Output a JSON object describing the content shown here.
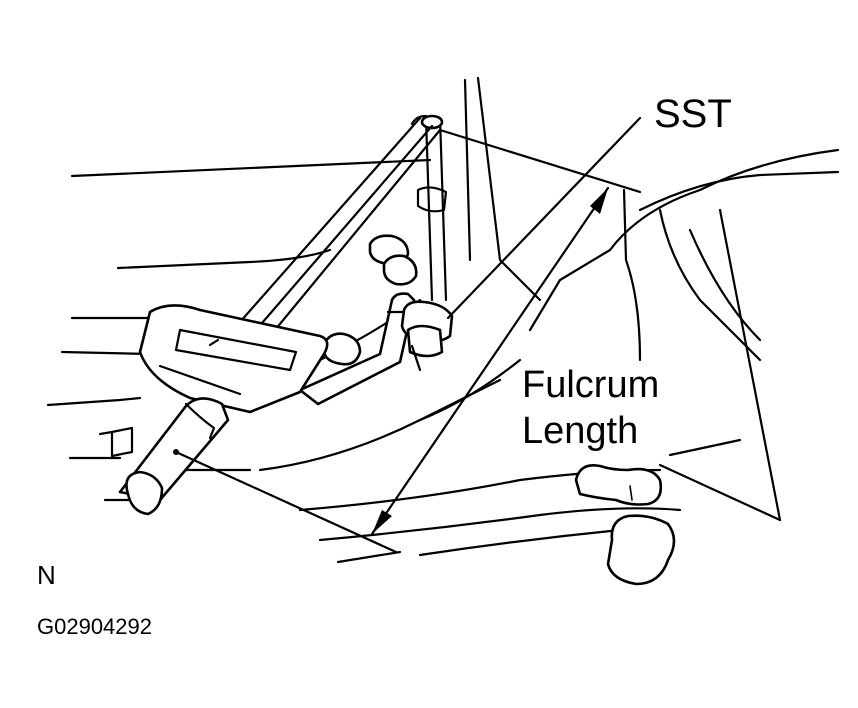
{
  "labels": {
    "sst": "SST",
    "fulcrum_line1": "Fulcrum",
    "fulcrum_line2": "Length",
    "view_letter": "N",
    "figure_id": "G02904292"
  },
  "colors": {
    "line": "#000000",
    "background": "#ffffff"
  }
}
